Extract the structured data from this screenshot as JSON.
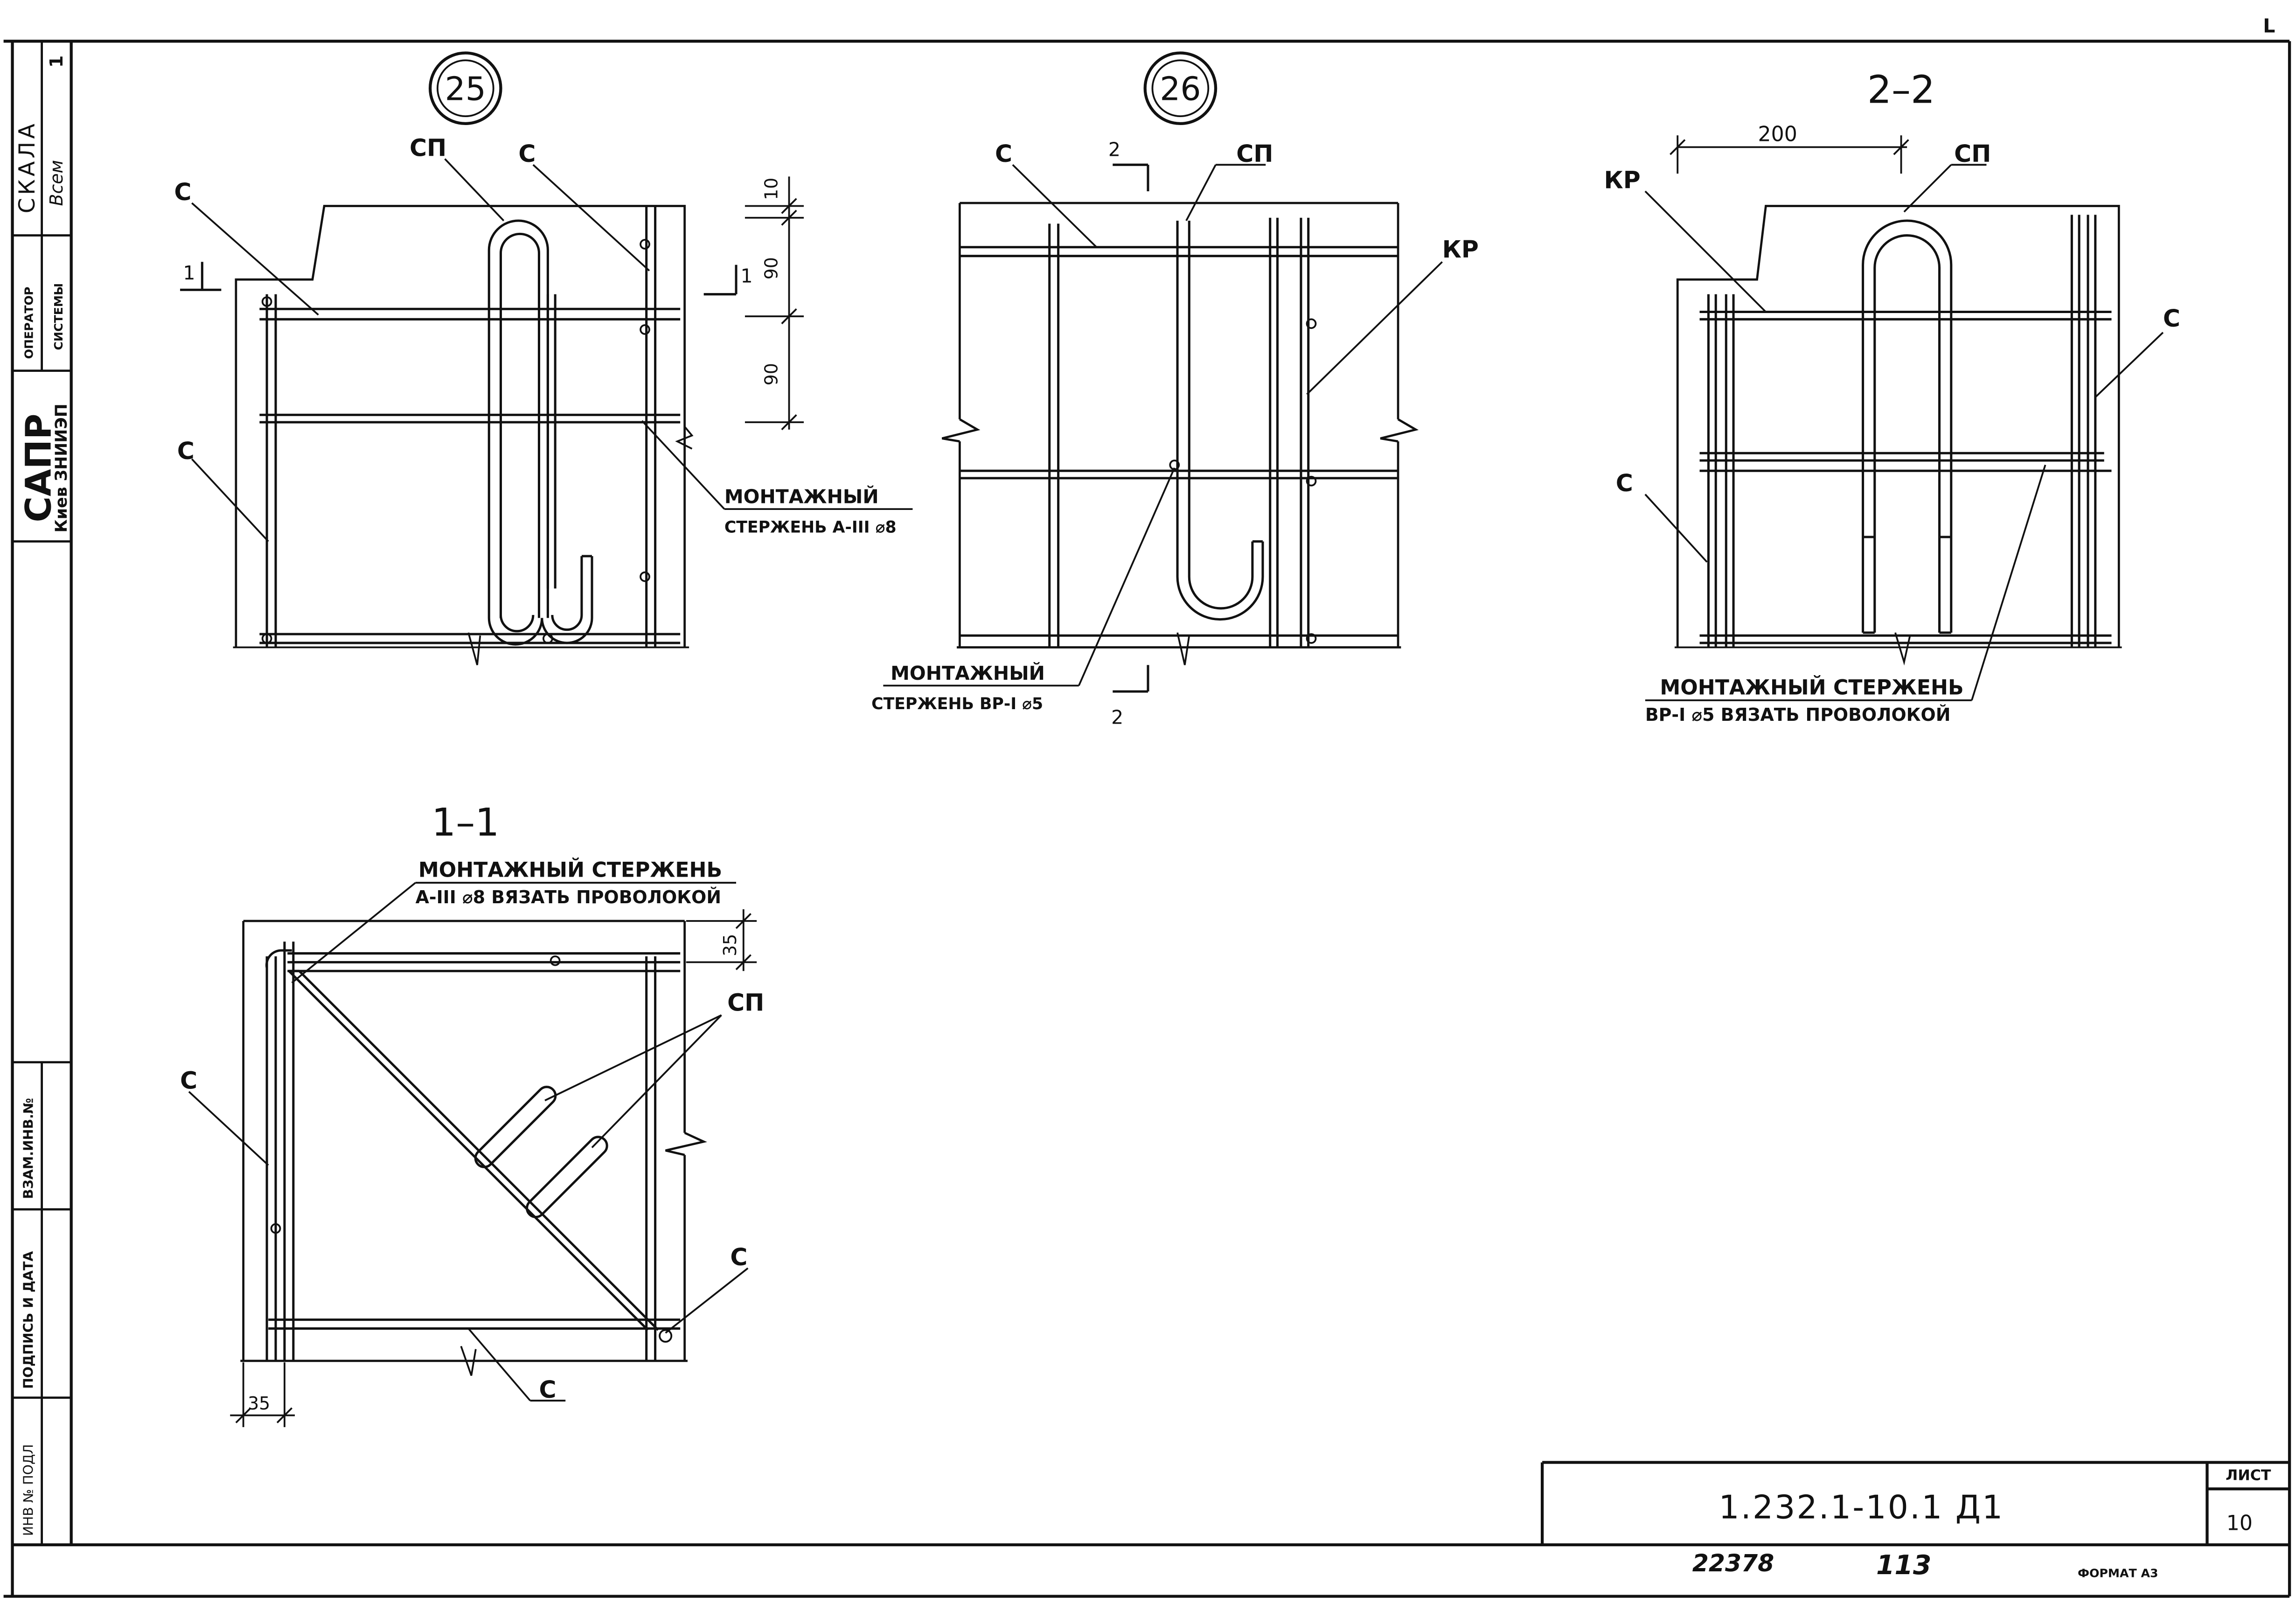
{
  "side_stamps": {
    "skala": "СКАЛА",
    "skala_signature": "Всем",
    "skala_mark": "1",
    "operator": "ОПЕРАТОР",
    "sistemy": "СИСТЕМЫ",
    "sapr": "САПР",
    "kiev": "Киев ЗНИИЭП",
    "vzam_inv": "ВЗАМ.ИНВ.№",
    "podpis_data": "ПОДПИСЬ И ДАТА",
    "inv_podl": "ИНВ № ПОДЛ"
  },
  "corner_mark": "L",
  "node25": {
    "number": "25",
    "labels": {
      "s_top": "С",
      "sp": "СП",
      "s_right": "С",
      "s_left": "С"
    },
    "section_mark": "1",
    "dims": [
      "10",
      "90",
      "90"
    ],
    "callout_line1": "МОНТАЖНЫЙ",
    "callout_line2": "СТЕРЖЕНЬ А-III ⌀8"
  },
  "node26": {
    "number": "26",
    "labels": {
      "s": "С",
      "sp": "СП",
      "kr": "КР"
    },
    "section_mark": "2",
    "callout_line1": "МОНТАЖНЫЙ",
    "callout_line2": "СТЕРЖЕНЬ ВР-I ⌀5"
  },
  "section22": {
    "title": "2–2",
    "dim": "200",
    "labels": {
      "kr": "КР",
      "sp": "СП",
      "s_right": "С",
      "s_left": "С"
    },
    "callout_line1": "МОНТАЖНЫЙ СТЕРЖЕНЬ",
    "callout_line2": "ВР-I ⌀5 ВЯЗАТЬ ПРОВОЛОКОЙ"
  },
  "section11": {
    "title": "1–1",
    "callout_line1": "МОНТАЖНЫЙ СТЕРЖЕНЬ",
    "callout_line2": "А-III ⌀8 ВЯЗАТЬ ПРОВОЛОКОЙ",
    "dim_top": "35",
    "dim_bottom": "35",
    "labels": {
      "s_left": "С",
      "sp": "СП",
      "s_right": "С",
      "s_bottom": "С"
    }
  },
  "title_block": {
    "code": "1.232.1-10.1  Д1",
    "sheet_label": "ЛИСТ",
    "sheet_number": "10"
  },
  "footer": {
    "inv_number": "22378",
    "handwritten": "113",
    "format": "ФОРМАТ А3"
  }
}
